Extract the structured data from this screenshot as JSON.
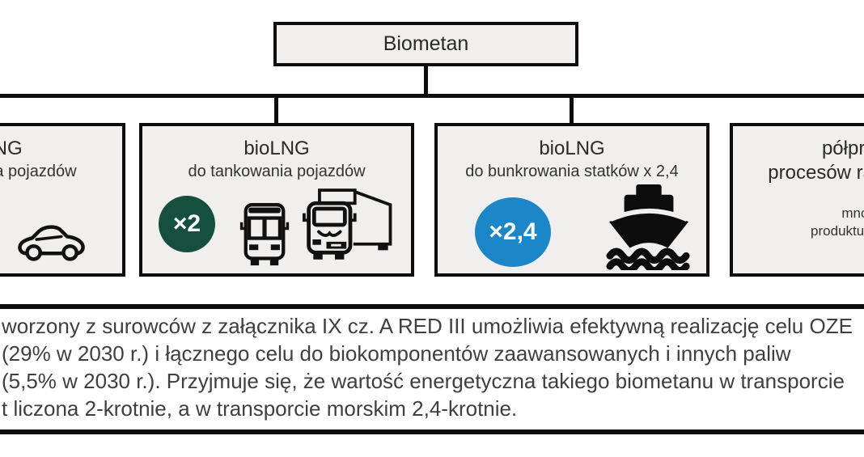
{
  "root_node": {
    "label": "Biometan"
  },
  "nodes": [
    {
      "key": "biocng",
      "title": "bioCNG",
      "subtitle": "do tankowania pojazdów",
      "icon": "car-icon"
    },
    {
      "key": "biolng-tankowanie",
      "title": "bioLNG",
      "subtitle": "do tankowania pojazdów",
      "badge": "×2",
      "badge_color": "#15503e",
      "icons": [
        "bus-icon",
        "truck-icon"
      ]
    },
    {
      "key": "biolng-bunkrowanie",
      "title": "bioLNG",
      "subtitle": "do bunkrowania statków x 2,4",
      "badge": "×2,4",
      "badge_color": "#1b87c8",
      "icons": [
        "ship-icon"
      ]
    },
    {
      "key": "polprodukt",
      "title_line1": "półprodukt",
      "title_line2": "procesów rafineryjnych",
      "note_line1": "mnożnik",
      "note_line2": "produktu finalnego"
    }
  ],
  "footnote_lines": [
    "worzony z surowców z załącznika IX cz. A RED III umożliwia efektywną realizację celu OZE",
    "(29% w 2030 r.) i łącznego celu do biokomponentów zaawansowanych i innych paliw",
    "(5,5% w 2030 r.). Przyjmuje się, że wartość energetyczna takiego biometanu w transporcie",
    "t liczona 2-krotnie, a w transporcie morskim 2,4-krotnie."
  ],
  "colors": {
    "node_fill": "#f0efed",
    "line_black": "#0d0d0d",
    "badge_green": "#15503e",
    "badge_blue": "#1b87c8",
    "footnote_text": "#3f3f3f"
  }
}
